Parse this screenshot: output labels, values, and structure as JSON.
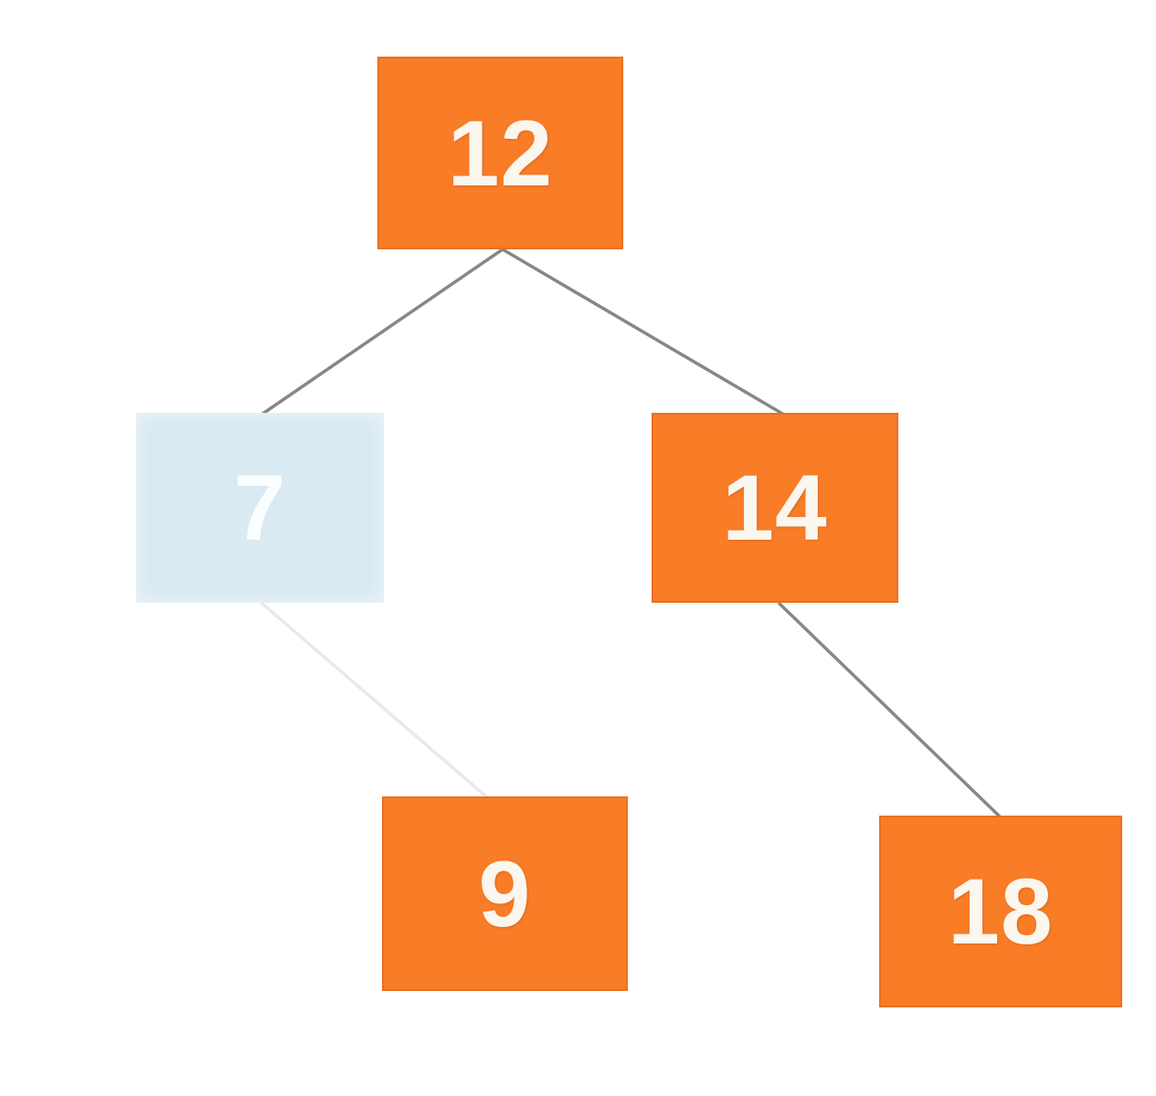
{
  "diagram": {
    "type": "binary-search-tree",
    "background_color": "#ffffff",
    "colors": {
      "node_fill": "#f97c27",
      "node_fill_highlighted": "#d9eaf2",
      "node_text": "#fbf6ee",
      "edge": "#878787",
      "edge_faded": "#e9e9e9"
    },
    "nodes": [
      {
        "id": "node-12",
        "label": "12",
        "state": "normal",
        "parent": null
      },
      {
        "id": "node-7",
        "label": "7",
        "state": "highlighted",
        "parent": "12",
        "side": "left"
      },
      {
        "id": "node-14",
        "label": "14",
        "state": "normal",
        "parent": "12",
        "side": "right"
      },
      {
        "id": "node-9",
        "label": "9",
        "state": "normal",
        "parent": "7",
        "side": "right"
      },
      {
        "id": "node-18",
        "label": "18",
        "state": "normal",
        "parent": "14",
        "side": "right"
      }
    ],
    "edges": [
      {
        "from": "12",
        "to": "7",
        "style": "normal"
      },
      {
        "from": "12",
        "to": "14",
        "style": "normal"
      },
      {
        "from": "7",
        "to": "9",
        "style": "faded"
      },
      {
        "from": "14",
        "to": "18",
        "style": "normal"
      }
    ]
  }
}
